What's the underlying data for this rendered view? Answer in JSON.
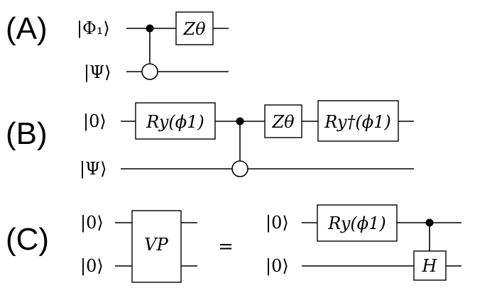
{
  "panels": {
    "a": {
      "tag": "(A)",
      "ket_top": "|Φ₁⟩",
      "ket_bottom": "|Ψ⟩",
      "gate": "Zθ"
    },
    "b": {
      "tag": "(B)",
      "ket_top": "|0⟩",
      "ket_bottom": "|Ψ⟩",
      "gate_ry": "Ry(ϕ1)",
      "gate_z": "Zθ",
      "gate_ry_dagger": "Ry†(ϕ1)"
    },
    "c": {
      "tag": "(C)",
      "ket_in_top": "|0⟩",
      "ket_in_bottom": "|0⟩",
      "gate_vp": "VP",
      "equals": "=",
      "ket_out_top": "|0⟩",
      "ket_out_bottom": "|0⟩",
      "gate_ry": "Ry(ϕ1)",
      "gate_h": "H"
    }
  }
}
